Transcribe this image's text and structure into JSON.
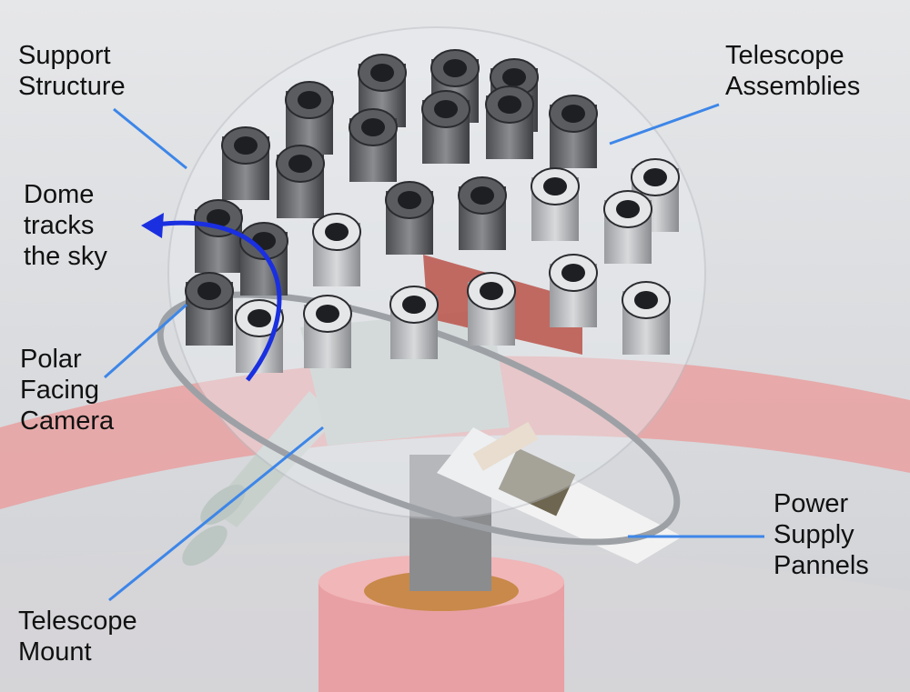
{
  "labels": {
    "support_structure": [
      "Support",
      "Structure"
    ],
    "telescope_assemblies": [
      "Telescope",
      "Assemblies"
    ],
    "dome_tracks": [
      "Dome",
      "tracks",
      "the sky"
    ],
    "polar_camera": [
      "Polar",
      "Facing",
      "Camera"
    ],
    "telescope_mount": [
      "Telescope",
      "Mount"
    ],
    "power_supply": [
      "Power",
      "Supply",
      "Pannels"
    ]
  },
  "colors": {
    "leader_line": "#3d86e8",
    "arrow": "#1a2fe0",
    "ring": "#e8a3a3",
    "background": "#dfe1e4"
  }
}
